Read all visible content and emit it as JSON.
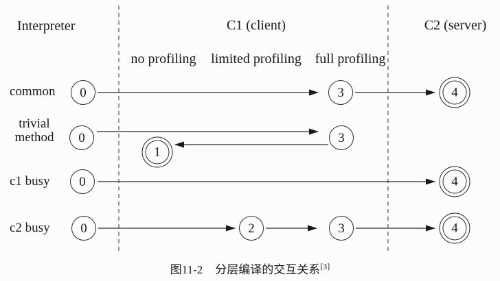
{
  "figure": {
    "columns": {
      "interpreter": "Interpreter",
      "c1": "C1 (client)",
      "c2": "C2 (server)"
    },
    "c1_subcolumns": {
      "no_profiling": "no profiling",
      "limited_profiling": "limited profiling",
      "full_profiling": "full profiling"
    },
    "rows": {
      "common": {
        "label": "common"
      },
      "trivial": {
        "label_line1": "trivial",
        "label_line2": "method"
      },
      "c1_busy": {
        "label": "c1 busy"
      },
      "c2_busy": {
        "label": "c2 busy"
      }
    },
    "nodes": {
      "common": {
        "interpreter": "0",
        "full_profiling": "3",
        "c2": "4"
      },
      "trivial": {
        "interpreter": "0",
        "full_profiling": "3",
        "no_profiling": "1"
      },
      "c1_busy": {
        "interpreter": "0",
        "c2": "4"
      },
      "c2_busy": {
        "interpreter": "0",
        "limited_profiling": "2",
        "full_profiling": "3",
        "c2": "4"
      }
    },
    "caption": {
      "figure_number": "图11-2",
      "title": "分层编译的交互关系",
      "reference": "[3]"
    },
    "colors": {
      "line": "#2b2b2b",
      "dashed_separator": "#555555",
      "text": "#1a1a1a",
      "background": "#fcfcfc"
    }
  }
}
